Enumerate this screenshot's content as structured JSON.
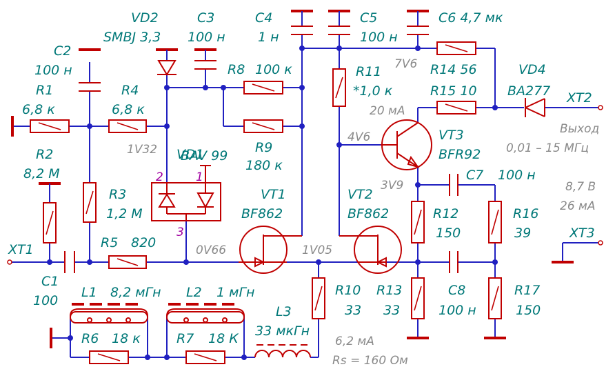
{
  "refs": {
    "c1": "C1",
    "c1_val": "100",
    "c2": "C2",
    "c2_val": "100 н",
    "c3": "C3",
    "c3_val": "100 н",
    "c4": "C4",
    "c4_val": "1 н",
    "c5": "C5",
    "c5_val": "100 н",
    "c6": "C6 4,7 мк",
    "c7": "C7",
    "c7_val": "100 н",
    "c8": "C8",
    "c8_val": "100 н",
    "r1": "R1",
    "r1_val": "6,8 к",
    "r2": "R2",
    "r2_val": "8,2 М",
    "r3": "R3",
    "r3_val": "1,2 М",
    "r4": "R4",
    "r4_val": "6,8 к",
    "r5": "R5",
    "r5_val": "820",
    "r6": "R6",
    "r6_val": "18 к",
    "r7": "R7",
    "r7_val": "18 К",
    "r8": "R8",
    "r8_val": "100 к",
    "r9": "R9",
    "r9_val": "180 к",
    "r10": "R10",
    "r10_val": "33",
    "r11": "R11",
    "r11_val": "*1,0 к",
    "r12": "R12",
    "r12_val": "150",
    "r13": "R13",
    "r13_val": "33",
    "r14": "R14 56",
    "r15": "R15 10",
    "r16": "R16",
    "r16_val": "39",
    "r17": "R17",
    "r17_val": "150",
    "l1": "L1",
    "l1_val": "8,2 мГн",
    "l2": "L2",
    "l2_val": "1 мГн",
    "l3": "L3",
    "l3_val": "33 мкГн",
    "vd1": "VD1",
    "vd1_val": "BAV 99",
    "vd2": "VD2",
    "vd2_val": "SMBJ 3,3",
    "vd4": "VD4",
    "vd4_val": "BA277",
    "vt1": "VT1",
    "vt1_val": "BF862",
    "vt2": "VT2",
    "vt2_val": "BF862",
    "vt3": "VT3",
    "vt3_val": "BFR92",
    "xt1": "XT1",
    "xt2": "XT2",
    "xt3": "XT3"
  },
  "pins": {
    "vd1_pin2": "2",
    "vd1_pin1": "1",
    "vd1_pin3": "3"
  },
  "annotations": {
    "v_1v32": "1V32",
    "v_0v66": "0V66",
    "v_1v05": "1V05",
    "v_4v6": "4V6",
    "v_3v9": "3V9",
    "v_7v6": "7V6",
    "i_20ma": "20 мА",
    "i_6_2ma": "6,2 мА",
    "rs": "Rs = 160 Ом",
    "output_label": "Выход",
    "freq_range": "0,01 – 15 МГц",
    "supply_v": "8,7 В",
    "supply_i": "26 мА"
  },
  "colors": {
    "wire": "#2020c0",
    "component": "#c00000",
    "label": "#007878",
    "note": "#8a8a8a",
    "pin": "#a000a0"
  }
}
